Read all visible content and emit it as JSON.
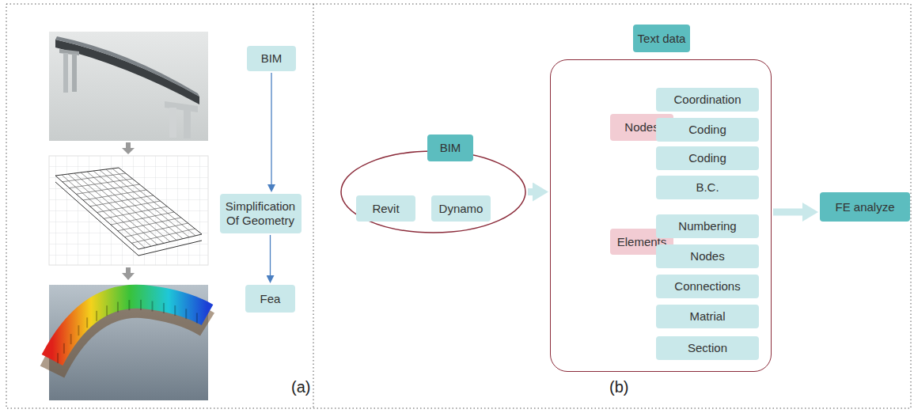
{
  "diagram": {
    "nodes": [
      {
        "text": [
          "BIM"
        ]
      },
      {
        "text": [
          "Simplification Of Geometry"
        ]
      },
      {
        "text": [
          "Fea"
        ]
      },
      {
        "text": [
          "BIM"
        ]
      },
      {
        "text": [
          "Revit"
        ],
        "in": 3
      },
      {
        "text": [
          "Dynamo"
        ],
        "in": 3
      },
      {
        "text": [
          "Text data"
        ]
      },
      {
        "text": [
          "Nodes"
        ],
        "in": 6
      },
      {
        "text": [
          "Coordination"
        ],
        "in": 6
      },
      {
        "text": [
          "Coding"
        ],
        "in": 6
      },
      {
        "text": [
          "Coding"
        ],
        "in": 6
      },
      {
        "text": [
          "B.C."
        ],
        "in": 6
      },
      {
        "text": [
          "Elements"
        ],
        "in": 6
      },
      {
        "text": [
          "Numbering"
        ],
        "in": 6
      },
      {
        "text": [
          "Nodes"
        ],
        "in": 6
      },
      {
        "text": [
          "Connections"
        ],
        "in": 6
      },
      {
        "text": [
          "Matrial"
        ],
        "in": 6
      },
      {
        "text": [
          "Section"
        ],
        "in": 6
      },
      {
        "text": [
          "FE analyze"
        ]
      }
    ],
    "edges": [
      {
        "from": 0,
        "to": 1,
        "arrow": "to"
      },
      {
        "from": 1,
        "to": 2,
        "arrow": "to"
      },
      {
        "from": 3,
        "to": 6,
        "arrow": "to"
      },
      {
        "from": 6,
        "to": 18,
        "arrow": "to"
      }
    ],
    "labels": [
      "(a)",
      "(b)"
    ]
  }
}
